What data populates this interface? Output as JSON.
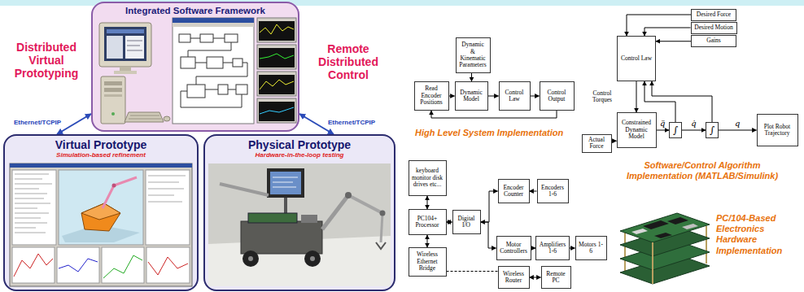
{
  "diagram": {
    "nodes": [
      {
        "text": [
          "Integrated Software Framework"
        ]
      },
      {
        "text": [
          "Virtual Prototype",
          "Simulation-based refinement"
        ]
      },
      {
        "text": [
          "Physical Prototype",
          "Hardware-in-the-loop testing"
        ]
      },
      {
        "text": [
          "Read Encoder Positions"
        ]
      },
      {
        "text": [
          "Dynamic & Kinematic Parameters"
        ]
      },
      {
        "text": [
          "Dynamic Model"
        ]
      },
      {
        "text": [
          "Control Law"
        ]
      },
      {
        "text": [
          "Control Output"
        ]
      },
      {
        "text": [
          "Desired Force"
        ]
      },
      {
        "text": [
          "Desired Motion"
        ]
      },
      {
        "text": [
          "Gains"
        ]
      },
      {
        "text": [
          "Control Law"
        ]
      },
      {
        "text": [
          "Constrained Dynamic Model"
        ]
      },
      {
        "text": [
          "Actual Force"
        ]
      },
      {
        "text": [
          "∫"
        ]
      },
      {
        "text": [
          "∫"
        ]
      },
      {
        "text": [
          "Plot Robot Trajectory"
        ]
      },
      {
        "text": [
          "keyboard monitor disk drives etc..."
        ]
      },
      {
        "text": [
          "PC104+ Processor"
        ]
      },
      {
        "text": [
          "Digital I/O"
        ]
      },
      {
        "text": [
          "Encoder Counter"
        ]
      },
      {
        "text": [
          "Encoders 1-6"
        ]
      },
      {
        "text": [
          "Motor Controllers"
        ]
      },
      {
        "text": [
          "Amplifiers 1-6"
        ]
      },
      {
        "text": [
          "Motors 1-6"
        ]
      },
      {
        "text": [
          "Wireless Ethernet Bridge"
        ]
      },
      {
        "text": [
          "Wireless Router"
        ]
      },
      {
        "text": [
          "Remote PC"
        ]
      }
    ],
    "edges": [
      {
        "from": 0,
        "to": 1,
        "arrow": "both",
        "label": "Ethernet/TCPIP"
      },
      {
        "from": 0,
        "to": 2,
        "arrow": "both",
        "label": "Ethernet/TCPIP"
      },
      {
        "from": 3,
        "to": 5,
        "arrow": "to"
      },
      {
        "from": 4,
        "to": 5,
        "arrow": "to"
      },
      {
        "from": 5,
        "to": 6,
        "arrow": "to"
      },
      {
        "from": 6,
        "to": 7,
        "arrow": "to"
      },
      {
        "from": 7,
        "to": 3,
        "arrow": "to"
      },
      {
        "from": 8,
        "to": 11,
        "arrow": "to"
      },
      {
        "from": 9,
        "to": 11,
        "arrow": "to"
      },
      {
        "from": 10,
        "to": 11,
        "arrow": "to"
      },
      {
        "from": 11,
        "to": 12,
        "arrow": "to",
        "label": "Control Torques"
      },
      {
        "from": 13,
        "to": 12,
        "arrow": "to"
      },
      {
        "from": 12,
        "to": 14,
        "arrow": "to",
        "label": "q̈"
      },
      {
        "from": 14,
        "to": 15,
        "arrow": "to",
        "label": "q̇"
      },
      {
        "from": 15,
        "to": 16,
        "arrow": "to",
        "label": "q"
      },
      {
        "from": 14,
        "to": 11,
        "arrow": "to"
      },
      {
        "from": 15,
        "to": 11,
        "arrow": "to"
      },
      {
        "from": 17,
        "to": 18,
        "arrow": "both"
      },
      {
        "from": 18,
        "to": 19,
        "arrow": "both"
      },
      {
        "from": 18,
        "to": 25,
        "arrow": "both"
      },
      {
        "from": 19,
        "to": 20,
        "arrow": "both"
      },
      {
        "from": 21,
        "to": 20,
        "arrow": "to"
      },
      {
        "from": 19,
        "to": 22,
        "arrow": "to"
      },
      {
        "from": 22,
        "to": 23,
        "arrow": "to"
      },
      {
        "from": 23,
        "to": 24,
        "arrow": "to"
      },
      {
        "from": 25,
        "to": 26,
        "arrow": "none"
      },
      {
        "from": 26,
        "to": 27,
        "arrow": "both"
      }
    ],
    "labels": [
      "Distributed Virtual Prototyping",
      "Remote Distributed Control",
      "High Level System Implementation",
      "Software/Control Algorithm Implementation (MATLAB/Simulink)",
      "PC/104-Based Electronics Hardware Implementation"
    ]
  }
}
